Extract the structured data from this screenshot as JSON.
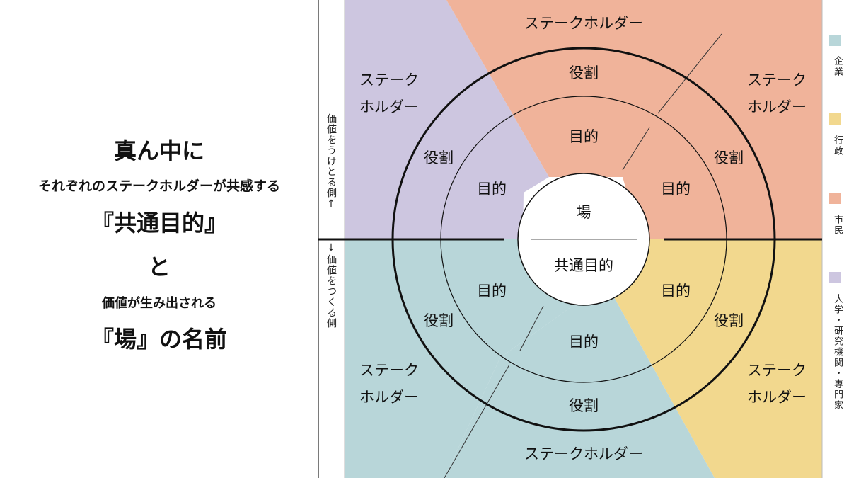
{
  "left_panel": {
    "line1": "真ん中に",
    "line2": "それぞれのステークホルダーが共感する",
    "line3": "『共通目的』",
    "line4": "と",
    "line5": "価値が生み出される",
    "line6": "『場』の名前"
  },
  "axis_labels": {
    "receive": "価値をうけとる側↑",
    "create": "↓価値をつくる側"
  },
  "diagram": {
    "center_top": "場",
    "center_bottom": "共通目的",
    "stakeholder": "ステークホルダー",
    "stakeholder_line1": "ステーク",
    "stakeholder_line2": "ホルダー",
    "role": "役割",
    "purpose": "目的"
  },
  "legend": [
    {
      "label": "企業",
      "color": "#b8d6d9"
    },
    {
      "label": "行政",
      "color": "#f2d88e"
    },
    {
      "label": "市民",
      "color": "#f0b39a"
    },
    {
      "label": "大学・研究機関・専門家",
      "color": "#cdc6e0"
    }
  ]
}
